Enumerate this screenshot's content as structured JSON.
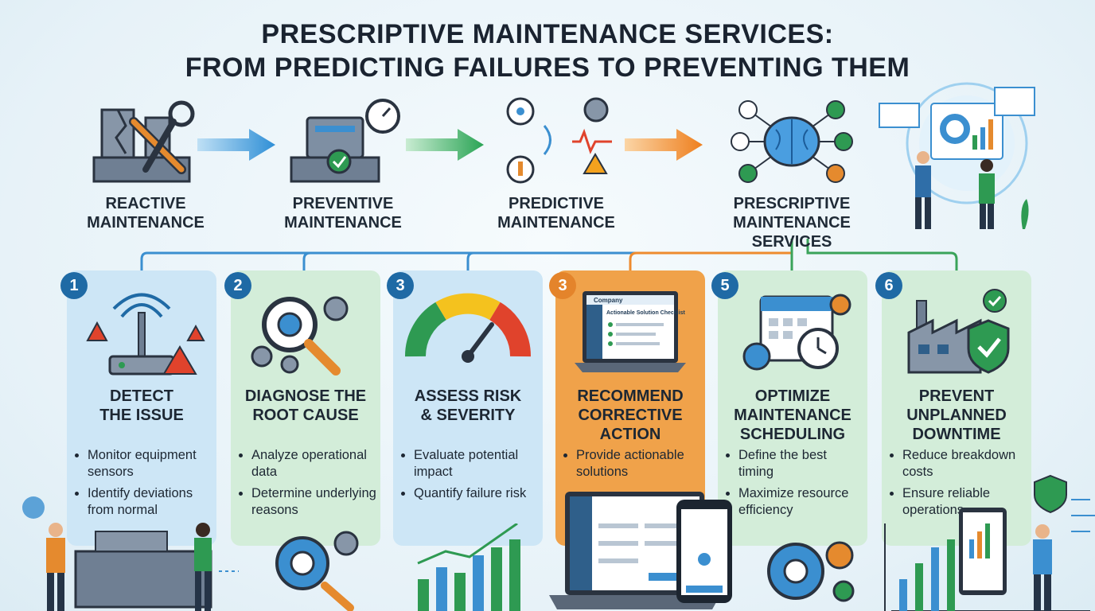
{
  "title": {
    "line1": "PRESCRIPTIVE MAINTENANCE SERVICES:",
    "line2": "FROM PREDICTING FAILURES TO PREVENTING THEM"
  },
  "stages": [
    {
      "line1": "REACTIVE",
      "line2": "MAINTENANCE"
    },
    {
      "line1": "PREVENTIVE",
      "line2": "MAINTENANCE"
    },
    {
      "line1": "PREDICTIVE",
      "line2": "MAINTENANCE"
    },
    {
      "line1": "PRESCRIPTIVE",
      "line2": "MAINTENANCE SERVICES"
    }
  ],
  "steps": [
    {
      "number": "1",
      "title": "DETECT\nTHE ISSUE",
      "bullets": [
        "Monitor equipment sensors",
        "Identify deviations from normal"
      ]
    },
    {
      "number": "2",
      "title": "DIAGNOSE THE\nROOT CAUSE",
      "bullets": [
        "Analyze operational data",
        "Determine underlying reasons"
      ]
    },
    {
      "number": "3",
      "title": "ASSESS RISK\n& SEVERITY",
      "bullets": [
        "Evaluate potential impact",
        "Quantify failure risk"
      ]
    },
    {
      "number": "3",
      "title": "RECOMMEND\nCORRECTIVE\nACTION",
      "bullets": [
        "Provide actionable solutions"
      ]
    },
    {
      "number": "5",
      "title": "OPTIMIZE\nMAINTENANCE\nSCHEDULING",
      "bullets": [
        "Define the best timing",
        "Maximize resource efficiency"
      ]
    },
    {
      "number": "6",
      "title": "PREVENT\nUNPLANNED\nDOWNTIME",
      "bullets": [
        "Reduce breakdown costs",
        "Ensure reliable operations"
      ]
    }
  ],
  "laptop_screen": {
    "company": "Company",
    "heading": "Actionable Solution Checklist"
  },
  "colors": {
    "blue_card": "#cde6f6",
    "green_card": "#d3edd9",
    "orange_card": "#f0a24a",
    "accent_blue": "#1f6aa5",
    "accent_green": "#2e8a4e",
    "accent_orange": "#e4842b"
  },
  "icons": [
    "broken-machine-wrench-icon",
    "machine-gauge-icon",
    "sensor-signal-icon",
    "ai-brain-network-icon",
    "sensor-alert-icon",
    "magnifier-gears-icon",
    "risk-gauge-icon",
    "laptop-checklist-icon",
    "calendar-clock-icon",
    "factory-shield-icon"
  ]
}
